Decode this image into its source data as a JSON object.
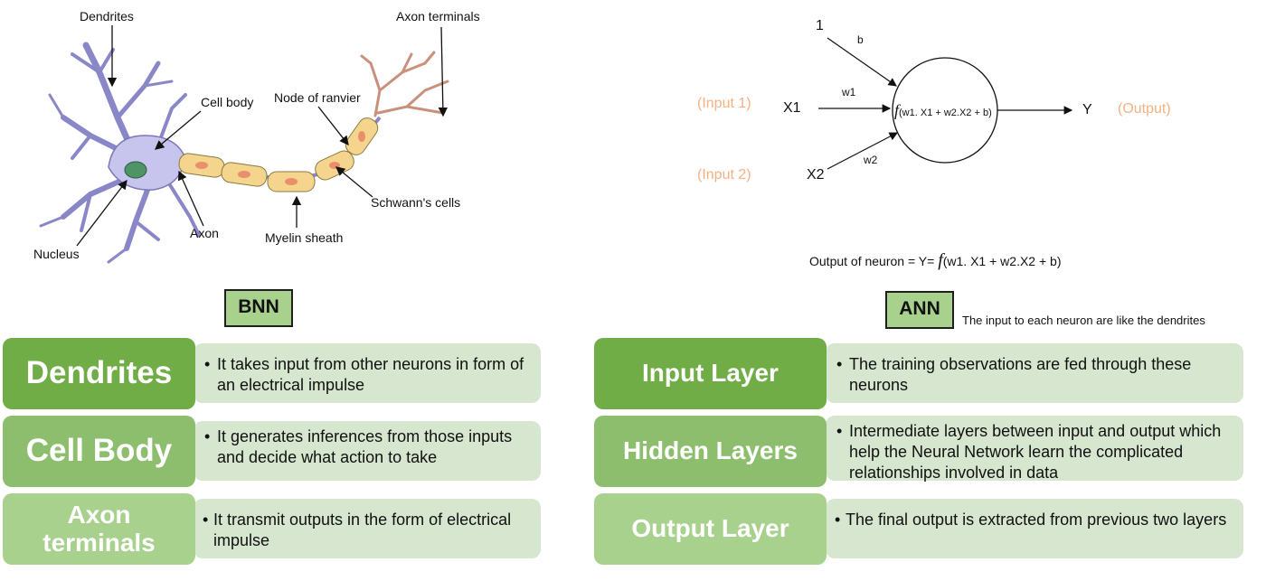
{
  "neuron": {
    "labels": {
      "dendrites": "Dendrites",
      "axon_terminals": "Axon terminals",
      "cell_body": "Cell body",
      "node_of_ranvier": "Node of ranvier",
      "schwanns_cells": "Schwann's cells",
      "myelin_sheath": "Myelin sheath",
      "axon": "Axon",
      "nucleus": "Nucleus"
    }
  },
  "ann_diagram": {
    "bias_input": "1",
    "bias_weight": "b",
    "x1": "X1",
    "x2": "X2",
    "w1": "w1",
    "w2": "w2",
    "input1_note": "(Input 1)",
    "input2_note": "(Input 2)",
    "function_symbol": "f",
    "function_args": "(w1. X1 + w2.X2 + b)",
    "y": "Y",
    "output_note": "(Output)",
    "formula_prefix": "Output of neuron  = Y=",
    "formula_symbol": "f",
    "formula_args": "(w1. X1 + w2.X2 + b)"
  },
  "bnn": {
    "tag": "BNN",
    "rows": [
      {
        "head": "Dendrites",
        "text": "It takes input from other neurons in form of an electrical impulse"
      },
      {
        "head": "Cell Body",
        "text": "It generates inferences from those inputs and decide what action to take"
      },
      {
        "head": "Axon terminals",
        "text": "It transmit outputs in the form of electrical impulse"
      }
    ]
  },
  "ann": {
    "tag": "ANN",
    "note": "The input to each neuron are like the dendrites",
    "rows": [
      {
        "head": "Input Layer",
        "text": "The training observations are fed through these neurons"
      },
      {
        "head": "Hidden Layers",
        "text": "Intermediate layers between input and output which help the Neural Network learn the complicated relationships involved in data"
      },
      {
        "head": "Output Layer",
        "text": "The final output is extracted from previous two layers"
      }
    ]
  },
  "bullet": "•",
  "colors": {
    "neuron_body": "#C7C5EE",
    "neuron_outline": "#7B79B8",
    "myelin": "#F5D58E",
    "myelin_inner": "#E8906A",
    "nucleus": "#4E9466",
    "terminal": "#C9907A",
    "tag_green": "#A9D18E",
    "row_dark": "#70AD47",
    "row_mid": "#8DBE6E",
    "row_light": "#A9D18E",
    "desc_bg": "#D6E6CF",
    "orange": "#F4B183"
  }
}
